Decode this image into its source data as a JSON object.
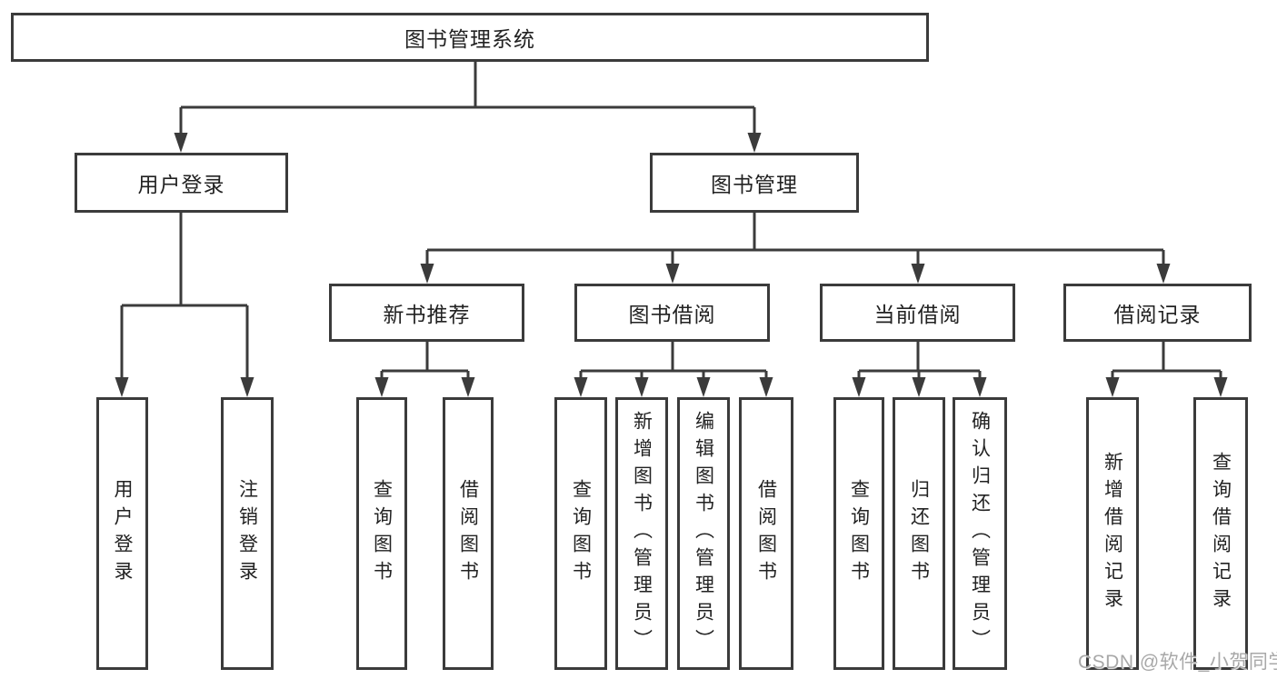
{
  "diagram": {
    "root": {
      "label": "图书管理系统"
    },
    "level2": {
      "user_login": {
        "label": "用户登录"
      },
      "book_mgmt": {
        "label": "图书管理"
      }
    },
    "level3": {
      "new_book_rec": {
        "label": "新书推荐"
      },
      "book_borrow": {
        "label": "图书借阅"
      },
      "current_borrow": {
        "label": "当前借阅"
      },
      "borrow_records": {
        "label": "借阅记录"
      }
    },
    "leaves": {
      "user_login_leaf": {
        "label": "用户登录"
      },
      "logout_leaf": {
        "label": "注销登录"
      },
      "rec_query_books": {
        "label": "查询图书"
      },
      "rec_borrow_books": {
        "label": "借阅图书"
      },
      "bb_query_books": {
        "label": "查询图书"
      },
      "bb_add_books_admin": {
        "label": "新增图书（管理员）"
      },
      "bb_edit_books_admin": {
        "label": "编辑图书（管理员）"
      },
      "bb_borrow_books": {
        "label": "借阅图书"
      },
      "cb_query_books": {
        "label": "查询图书"
      },
      "cb_return_books": {
        "label": "归还图书"
      },
      "cb_confirm_return_admin": {
        "label": "确认归还（管理员）"
      },
      "br_add_record": {
        "label": "新增借阅记录"
      },
      "br_query_record": {
        "label": "查询借阅记录"
      }
    }
  },
  "watermark": {
    "text": "CSDN @软件_小贺同学"
  },
  "colors": {
    "line": "#3b3b3b",
    "text": "#222222",
    "background": "#ffffff",
    "watermark": "#a8a8a8"
  }
}
